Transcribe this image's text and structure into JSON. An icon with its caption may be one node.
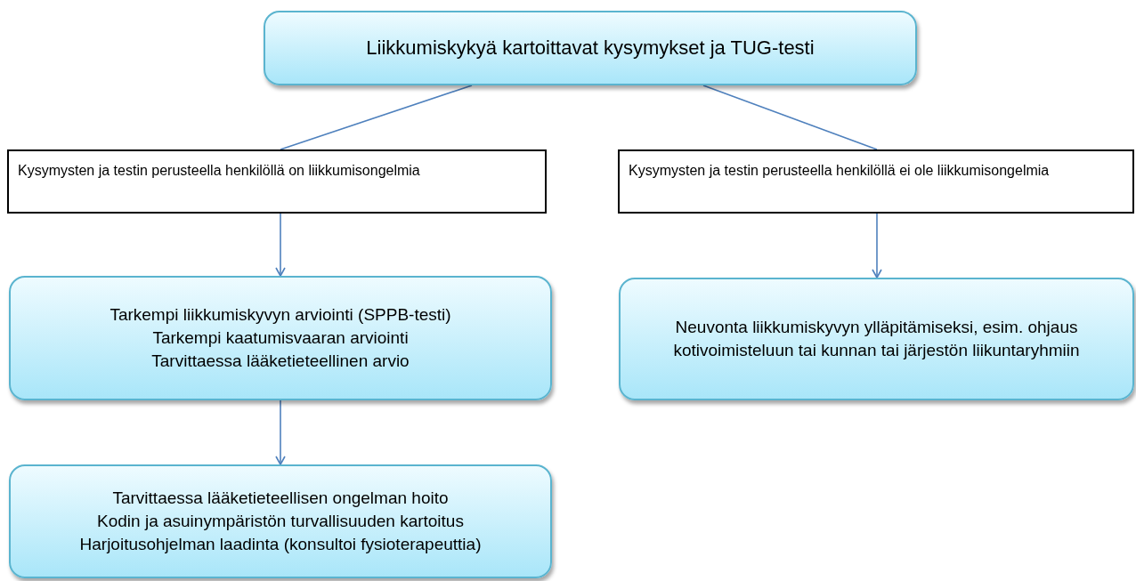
{
  "diagram": {
    "nodes": [
      {
        "text": [
          "Liikkumiskykyä kartoittavat kysymykset  ja TUG-testi"
        ]
      },
      {
        "text": [
          "Kysymysten ja testin perusteella henkilöllä on liikkumisongelmia"
        ]
      },
      {
        "text": [
          "Kysymysten ja testin perusteella henkilöllä ei ole liikkumisongelmia"
        ]
      },
      {
        "text": [
          "Tarkempi liikkumiskyvyn arviointi (SPPB-testi)",
          "Tarkempi kaatumisvaaran arviointi",
          "Tarvittaessa lääketieteellinen arvio"
        ]
      },
      {
        "text": [
          "Neuvonta liikkumiskyvyn ylläpitämiseksi, esim. ohjaus kotivoimisteluun tai kunnan tai järjestön liikuntaryhmiin"
        ]
      },
      {
        "text": [
          "Tarvittaessa lääketieteellisen ongelman hoito",
          "Kodin ja asuinympäristön turvallisuuden kartoitus",
          "Harjoitusohjelman laadinta (konsultoi fysioterapeuttia)"
        ]
      }
    ],
    "edges": [
      {
        "from": 0,
        "to": 1,
        "arrow": "none"
      },
      {
        "from": 0,
        "to": 2,
        "arrow": "none"
      },
      {
        "from": 1,
        "to": 3,
        "arrow": "to"
      },
      {
        "from": 2,
        "to": 4,
        "arrow": "to"
      },
      {
        "from": 3,
        "to": 5,
        "arrow": "to"
      }
    ]
  }
}
